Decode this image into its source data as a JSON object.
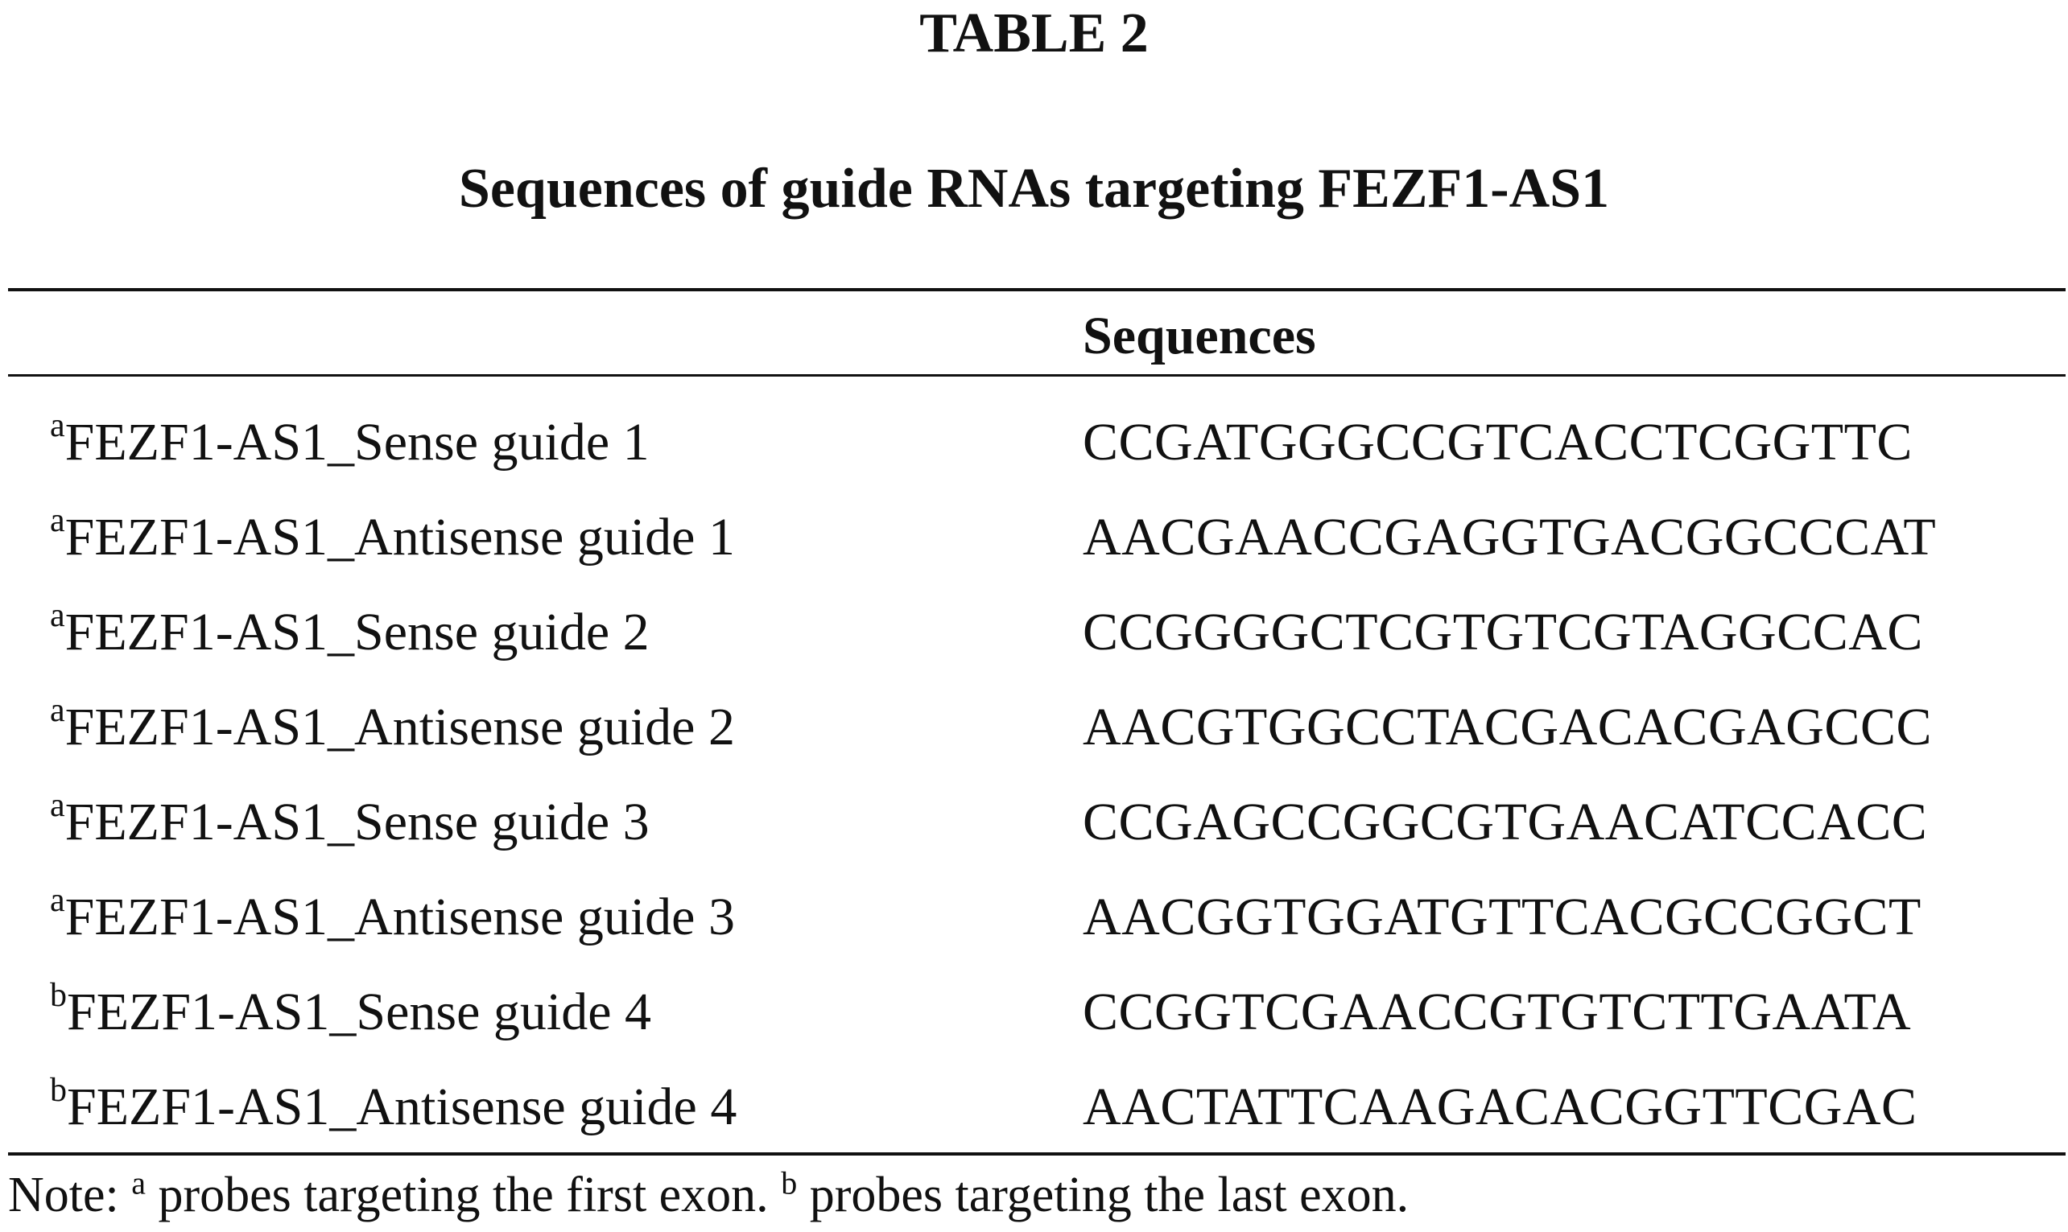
{
  "table": {
    "label": "TABLE 2",
    "caption": "Sequences of guide RNAs targeting FEZF1-AS1",
    "column_header": "Sequences",
    "rows": [
      {
        "mark": "a",
        "name": "FEZF1-AS1_Sense guide 1",
        "sequence": "CCGATGGGCCGTCACCTCGGTTC"
      },
      {
        "mark": "a",
        "name": "FEZF1-AS1_Antisense guide 1",
        "sequence": "AACGAACCGAGGTGACGGCCCAT"
      },
      {
        "mark": "a",
        "name": "FEZF1-AS1_Sense guide 2",
        "sequence": "CCGGGGCTCGTGTCGTAGGCCAC"
      },
      {
        "mark": "a",
        "name": "FEZF1-AS1_Antisense guide 2",
        "sequence": "AACGTGGCCTACGACACGAGCCC"
      },
      {
        "mark": "a",
        "name": "FEZF1-AS1_Sense guide 3",
        "sequence": "CCGAGCCGGCGTGAACATCCACC"
      },
      {
        "mark": "a",
        "name": "FEZF1-AS1_Antisense guide 3",
        "sequence": "AACGGTGGATGTTCACGCCGGCT"
      },
      {
        "mark": "b",
        "name": "FEZF1-AS1_Sense guide 4",
        "sequence": "CCGGTCGAACCGTGTCTTGAATA"
      },
      {
        "mark": "b",
        "name": "FEZF1-AS1_Antisense guide 4",
        "sequence": "AACTATTCAAGACACGGTTCGAC"
      }
    ],
    "note": {
      "prefix": "Note: ",
      "mark_a": "a",
      "text_a": " probes targeting the first exon. ",
      "mark_b": "b",
      "text_b": " probes targeting the last exon."
    }
  }
}
